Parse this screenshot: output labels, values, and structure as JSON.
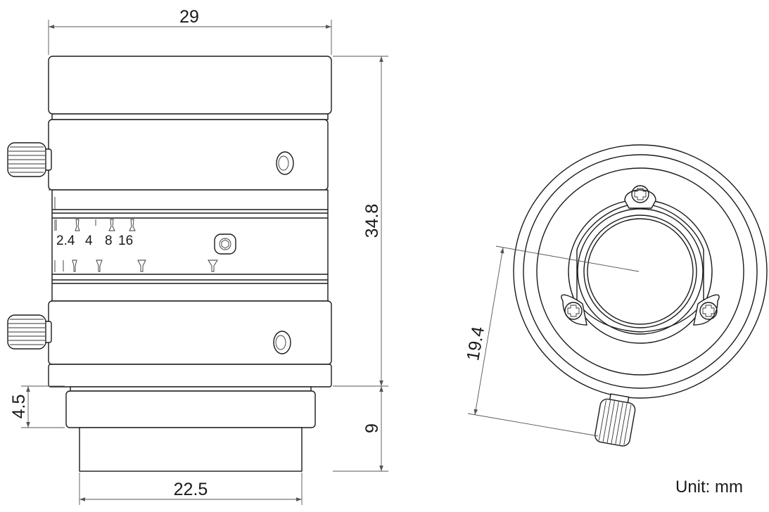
{
  "dimensions": {
    "overall_width": "29",
    "overall_height": "34.8",
    "mount_height_small": "4.5",
    "mount_height": "9",
    "mount_width": "22.5",
    "front_diameter": "19.4"
  },
  "aperture_scale": [
    "2.4",
    "4",
    "8",
    "16"
  ],
  "unit_label": "Unit: mm",
  "colors": {
    "line": "#1a1a1a",
    "dimension": "#555555",
    "background": "#ffffff"
  },
  "icons": [
    "knurled-screw-icon",
    "phillips-screw-icon",
    "hex-socket-icon"
  ]
}
